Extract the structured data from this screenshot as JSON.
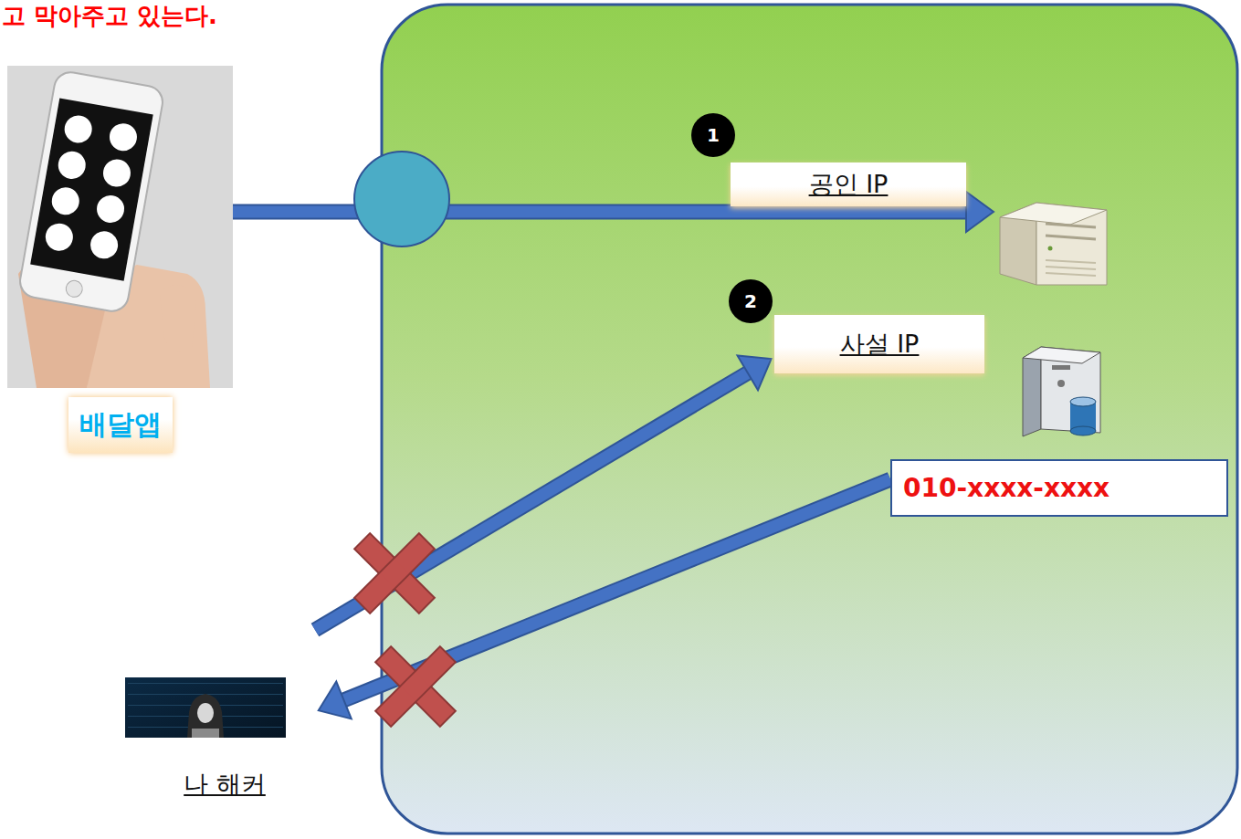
{
  "diagram": {
    "nodes": [
      {
        "text": [
          "배달앱"
        ]
      },
      {
        "text": [
          "공인 IP"
        ]
      },
      {
        "text": [
          "사설 IP"
        ]
      },
      {
        "text": [
          "010-xxxx-xxxx"
        ]
      },
      {
        "text": [
          "나 해커"
        ]
      }
    ],
    "edges": [
      {
        "from": 0,
        "to": 1,
        "arrow": "to"
      },
      {
        "from": 4,
        "to": 2,
        "arrow": "to"
      },
      {
        "from": 3,
        "to": 4,
        "arrow": "to"
      }
    ],
    "labels": [
      "고 막아주고 있는다.",
      "1",
      "2"
    ]
  }
}
